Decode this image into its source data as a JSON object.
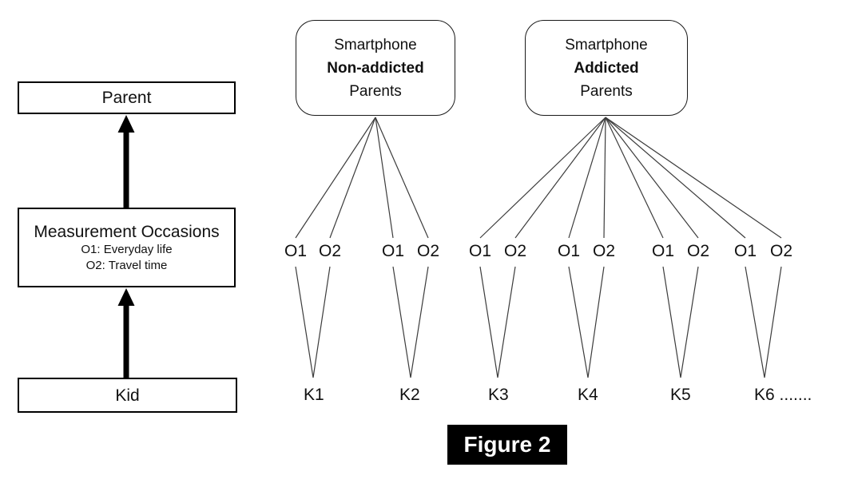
{
  "figure": {
    "caption": "Figure 2"
  },
  "left_panel": {
    "parent_label": "Parent",
    "measurement": {
      "title": "Measurement Occasions",
      "o1_desc": "O1: Everyday life",
      "o2_desc": "O2: Travel time"
    },
    "kid_label": "Kid"
  },
  "groups": {
    "non_addicted": {
      "line1": "Smartphone",
      "line2": "Non-addicted",
      "line3": "Parents"
    },
    "addicted": {
      "line1": "Smartphone",
      "line2": "Addicted",
      "line3": "Parents"
    }
  },
  "occasions": [
    "O1",
    "O2",
    "O1",
    "O2",
    "O1",
    "O2",
    "O1",
    "O2",
    "O1",
    "O2",
    "O1",
    "O2"
  ],
  "kids": [
    "K1",
    "K2",
    "K3",
    "K4",
    "K5",
    "K6 ......."
  ],
  "colors": {
    "background": "#ffffff",
    "box_border": "#000000",
    "text": "#111111",
    "connector_line": "#3c3c3c",
    "arrow": "#000000",
    "caption_background": "#000000",
    "caption_text": "#ffffff"
  }
}
